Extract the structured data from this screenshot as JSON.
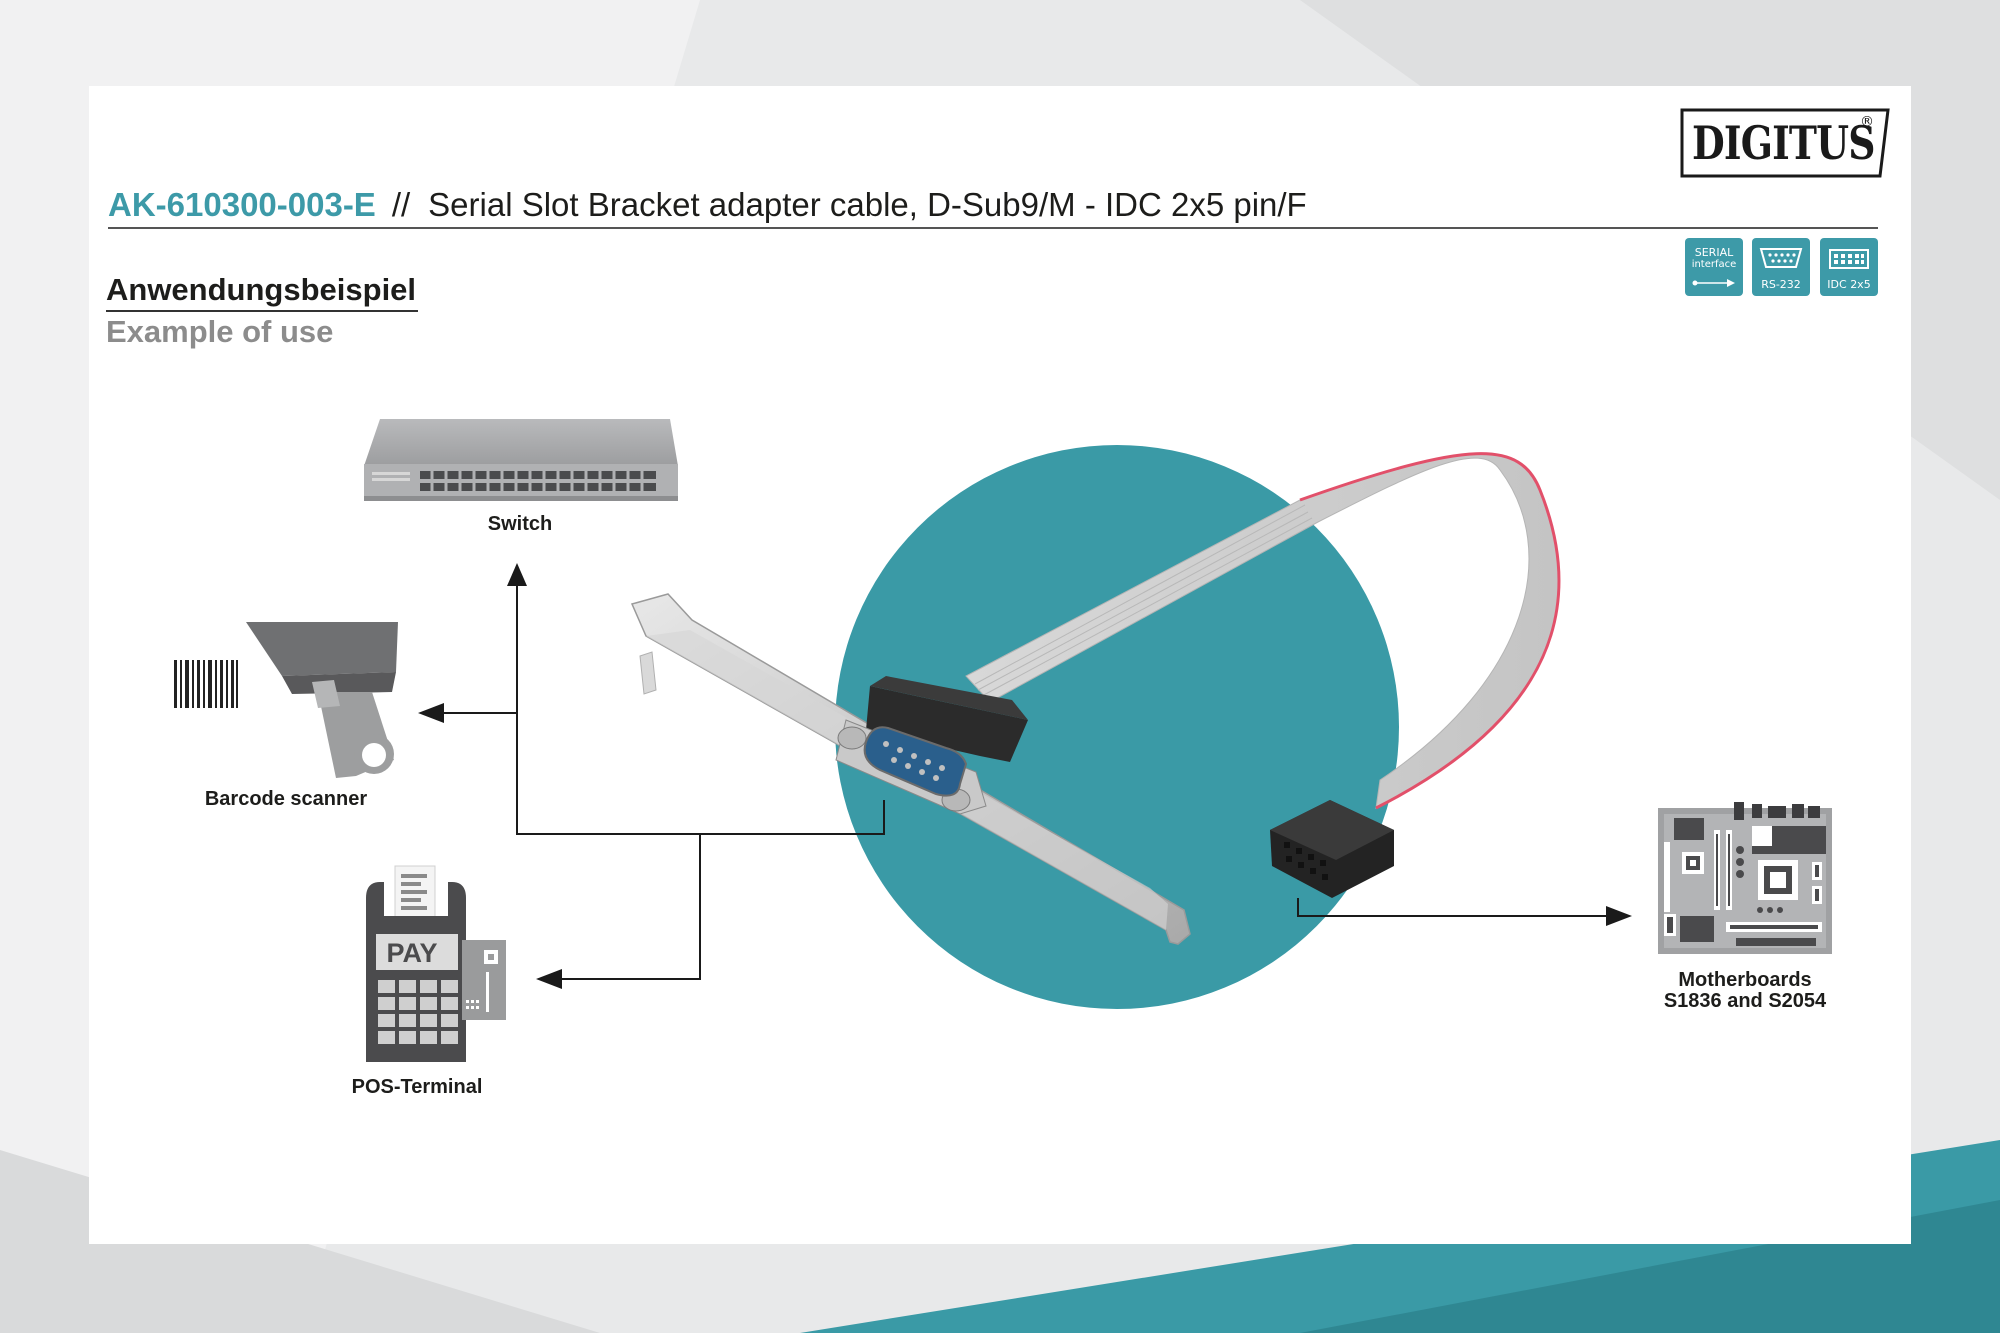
{
  "brand": {
    "logo_text": "DIGITUS",
    "registered_mark": "®"
  },
  "header": {
    "model": "AK-610300-003-E",
    "separator": "//",
    "description": "Serial Slot Bracket adapter cable, D-Sub9/M - IDC 2x5 pin/F"
  },
  "badges": [
    {
      "line1": "SERIAL",
      "line2": "interface"
    },
    {
      "label": "RS-232"
    },
    {
      "label": "IDC 2x5"
    }
  ],
  "section": {
    "heading_de": "Anwendungsbeispiel",
    "heading_en": "Example of use"
  },
  "devices": {
    "switch": "Switch",
    "barcode_scanner": "Barcode scanner",
    "pos_terminal": "POS-Terminal",
    "pos_screen_text": "PAY",
    "motherboards_line1": "Motherboards",
    "motherboards_line2": "S1836 and S2054"
  },
  "colors": {
    "accent": "#3d9aa8",
    "circle": "#3a9aa6",
    "text": "#1d1d1b",
    "subheading": "#8c8c8c"
  }
}
